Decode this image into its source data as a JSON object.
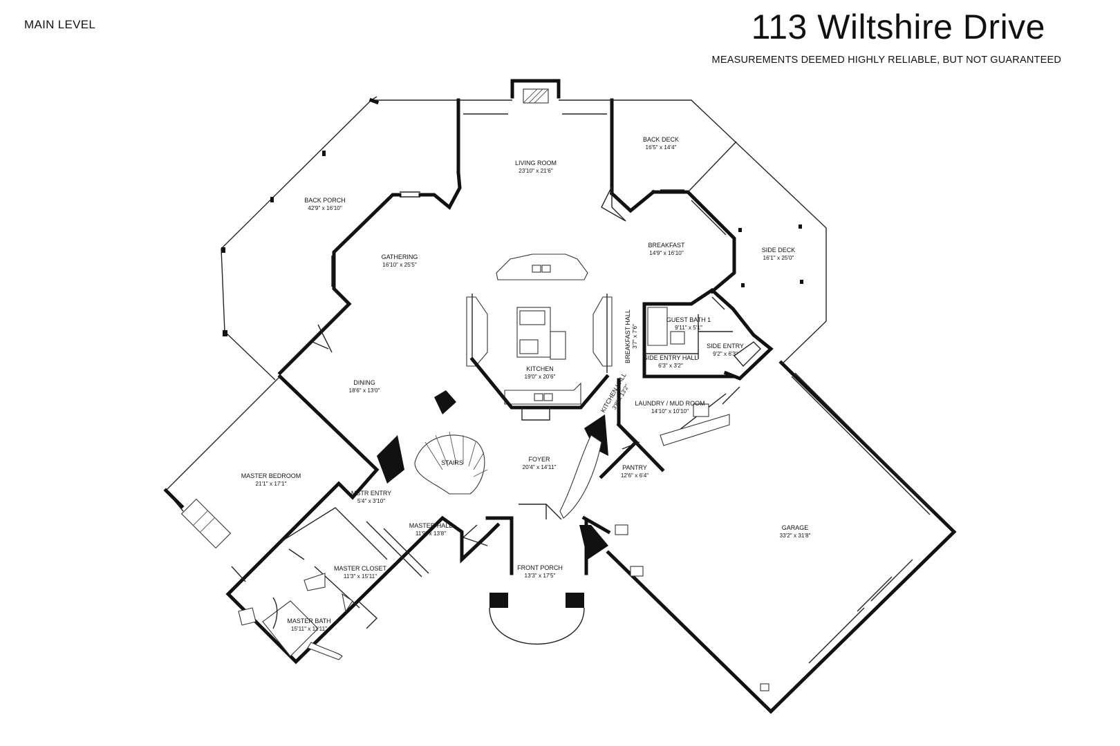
{
  "header": {
    "level_label": "MAIN LEVEL",
    "address": "113 Wiltshire Drive",
    "disclaimer": "MEASUREMENTS DEEMED HIGHLY RELIABLE, BUT NOT GUARANTEED"
  },
  "rooms": {
    "living_room": {
      "name": "LIVING ROOM",
      "dims": "23'10\" x 21'6\""
    },
    "back_deck": {
      "name": "BACK DECK",
      "dims": "16'5\" x 14'4\""
    },
    "back_porch": {
      "name": "BACK PORCH",
      "dims": "42'9\" x 16'10\""
    },
    "gathering": {
      "name": "GATHERING",
      "dims": "16'10\" x 25'5\""
    },
    "breakfast": {
      "name": "BREAKFAST",
      "dims": "14'9\" x 16'10\""
    },
    "side_deck": {
      "name": "SIDE DECK",
      "dims": "16'1\" x 25'0\""
    },
    "guest_bath": {
      "name": "GUEST BATH 1",
      "dims": "9'11\" x 5'1\""
    },
    "breakfast_hall": {
      "name": "BREAKFAST HALL",
      "dims": "3'7\" x 7'6\""
    },
    "side_entry": {
      "name": "SIDE ENTRY",
      "dims": "9'2\" x 6'3\""
    },
    "side_entry_hall": {
      "name": "SIDE ENTRY HALL",
      "dims": "6'3\" x 3'2\""
    },
    "kitchen": {
      "name": "KITCHEN",
      "dims": "19'0\" x 20'6\""
    },
    "dining": {
      "name": "DINING",
      "dims": "18'6\" x 13'0\""
    },
    "kitchen_hall": {
      "name": "KITCHEN HALL",
      "dims": "3'8\" x 13'2\""
    },
    "laundry": {
      "name": "LAUNDRY / MUD ROOM",
      "dims": "14'10\" x 10'10\""
    },
    "stairs": {
      "name": "STAIRS"
    },
    "foyer": {
      "name": "FOYER",
      "dims": "20'4\" x 14'11\""
    },
    "pantry": {
      "name": "PANTRY",
      "dims": "12'6\" x 6'4\""
    },
    "master_bedroom": {
      "name": "MASTER BEDROOM",
      "dims": "21'1\" x 17'1\""
    },
    "mstr_entry": {
      "name": "MSTR ENTRY",
      "dims": "5'4\" x 3'10\""
    },
    "master_hall": {
      "name": "MASTER HALL",
      "dims": "11'9\" x 13'8\""
    },
    "garage": {
      "name": "GARAGE",
      "dims": "33'2\" x 31'8\""
    },
    "master_closet": {
      "name": "MASTER CLOSET",
      "dims": "11'3\" x 15'11\""
    },
    "front_porch": {
      "name": "FRONT PORCH",
      "dims": "13'3\" x 17'5\""
    },
    "master_bath": {
      "name": "MASTER BATH",
      "dims": "15'11\" x 11'11\""
    }
  }
}
